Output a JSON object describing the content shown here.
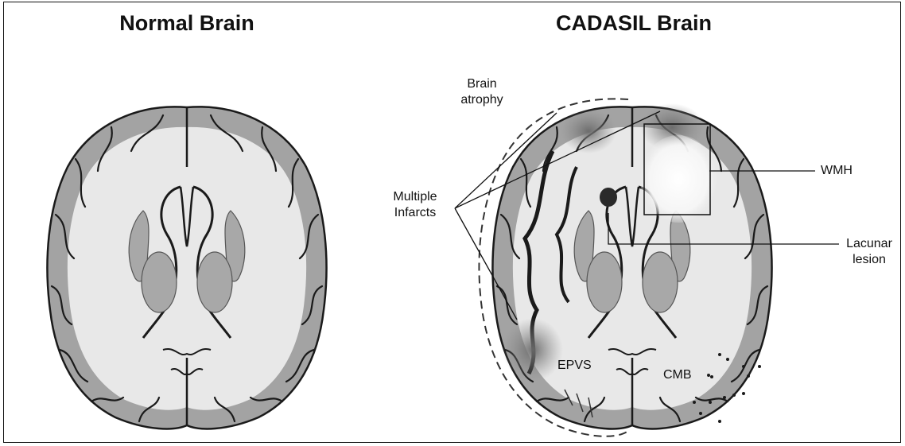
{
  "titles": {
    "left": "Normal Brain",
    "right": "CADASIL Brain"
  },
  "labels": {
    "atrophy_line1": "Brain",
    "atrophy_line2": "atrophy",
    "infarcts_line1": "Multiple",
    "infarcts_line2": "Infarcts",
    "wmh": "WMH",
    "lacunar_line1": "Lacunar",
    "lacunar_line2": "lesion",
    "epvs": "EPVS",
    "cmb": "CMB"
  },
  "colors": {
    "outline": "#1a1a1a",
    "grey_matter": "#9c9c9c",
    "white_matter": "#e6e6e6",
    "deep_nuclei": "#a8a8a8",
    "infarct": "#6e6e6e",
    "wmh": "#ffffff",
    "lesion": "#2a2a2a"
  },
  "icons": {
    "left_brain": "brain-axial-section-icon",
    "right_brain": "brain-axial-section-icon"
  }
}
